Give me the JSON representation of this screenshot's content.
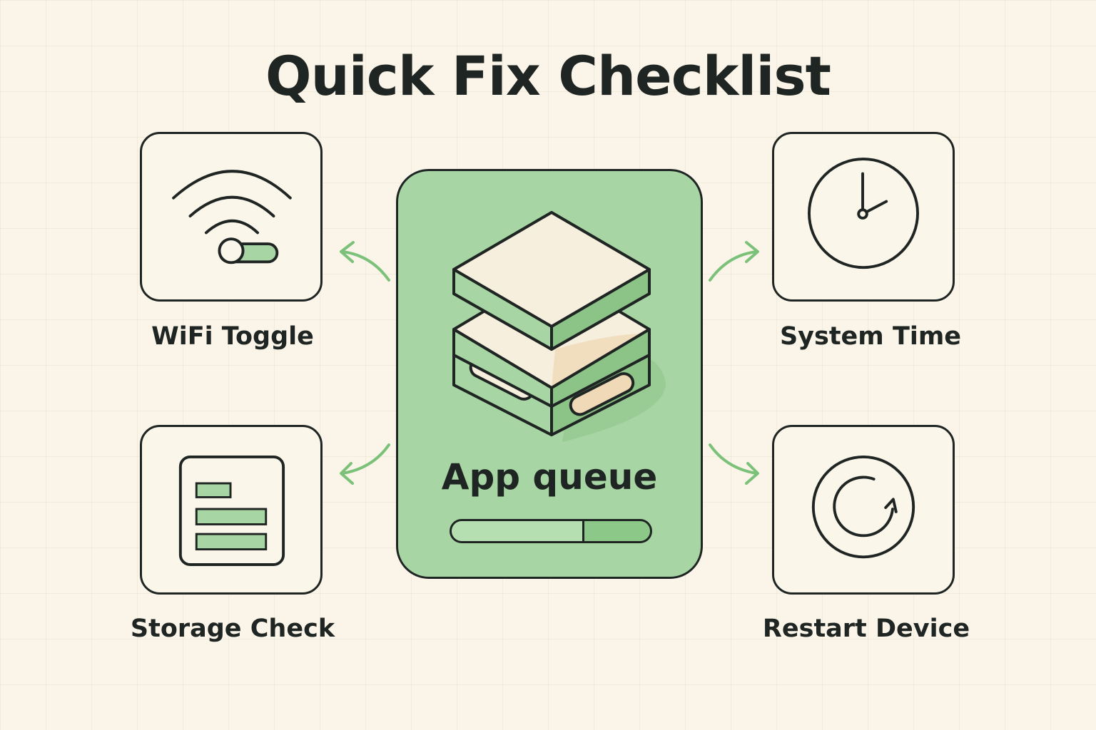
{
  "title": "Quick Fix Checklist",
  "center": {
    "label": "App queue",
    "progress_fraction": 0.67,
    "icon": "stacked-layers-icon"
  },
  "steps": {
    "wifi": {
      "label": "WiFi Toggle",
      "icon": "wifi-toggle-icon"
    },
    "storage": {
      "label": "Storage Check",
      "icon": "storage-bars-icon"
    },
    "time": {
      "label": "System Time",
      "icon": "clock-icon"
    },
    "restart": {
      "label": "Restart Device",
      "icon": "restart-icon"
    }
  },
  "colors": {
    "background": "#faf5e8",
    "accent_green": "#a8d5a4",
    "arrow_green": "#7cc17a",
    "outline": "#1f2523",
    "cream": "#f6efdd"
  }
}
